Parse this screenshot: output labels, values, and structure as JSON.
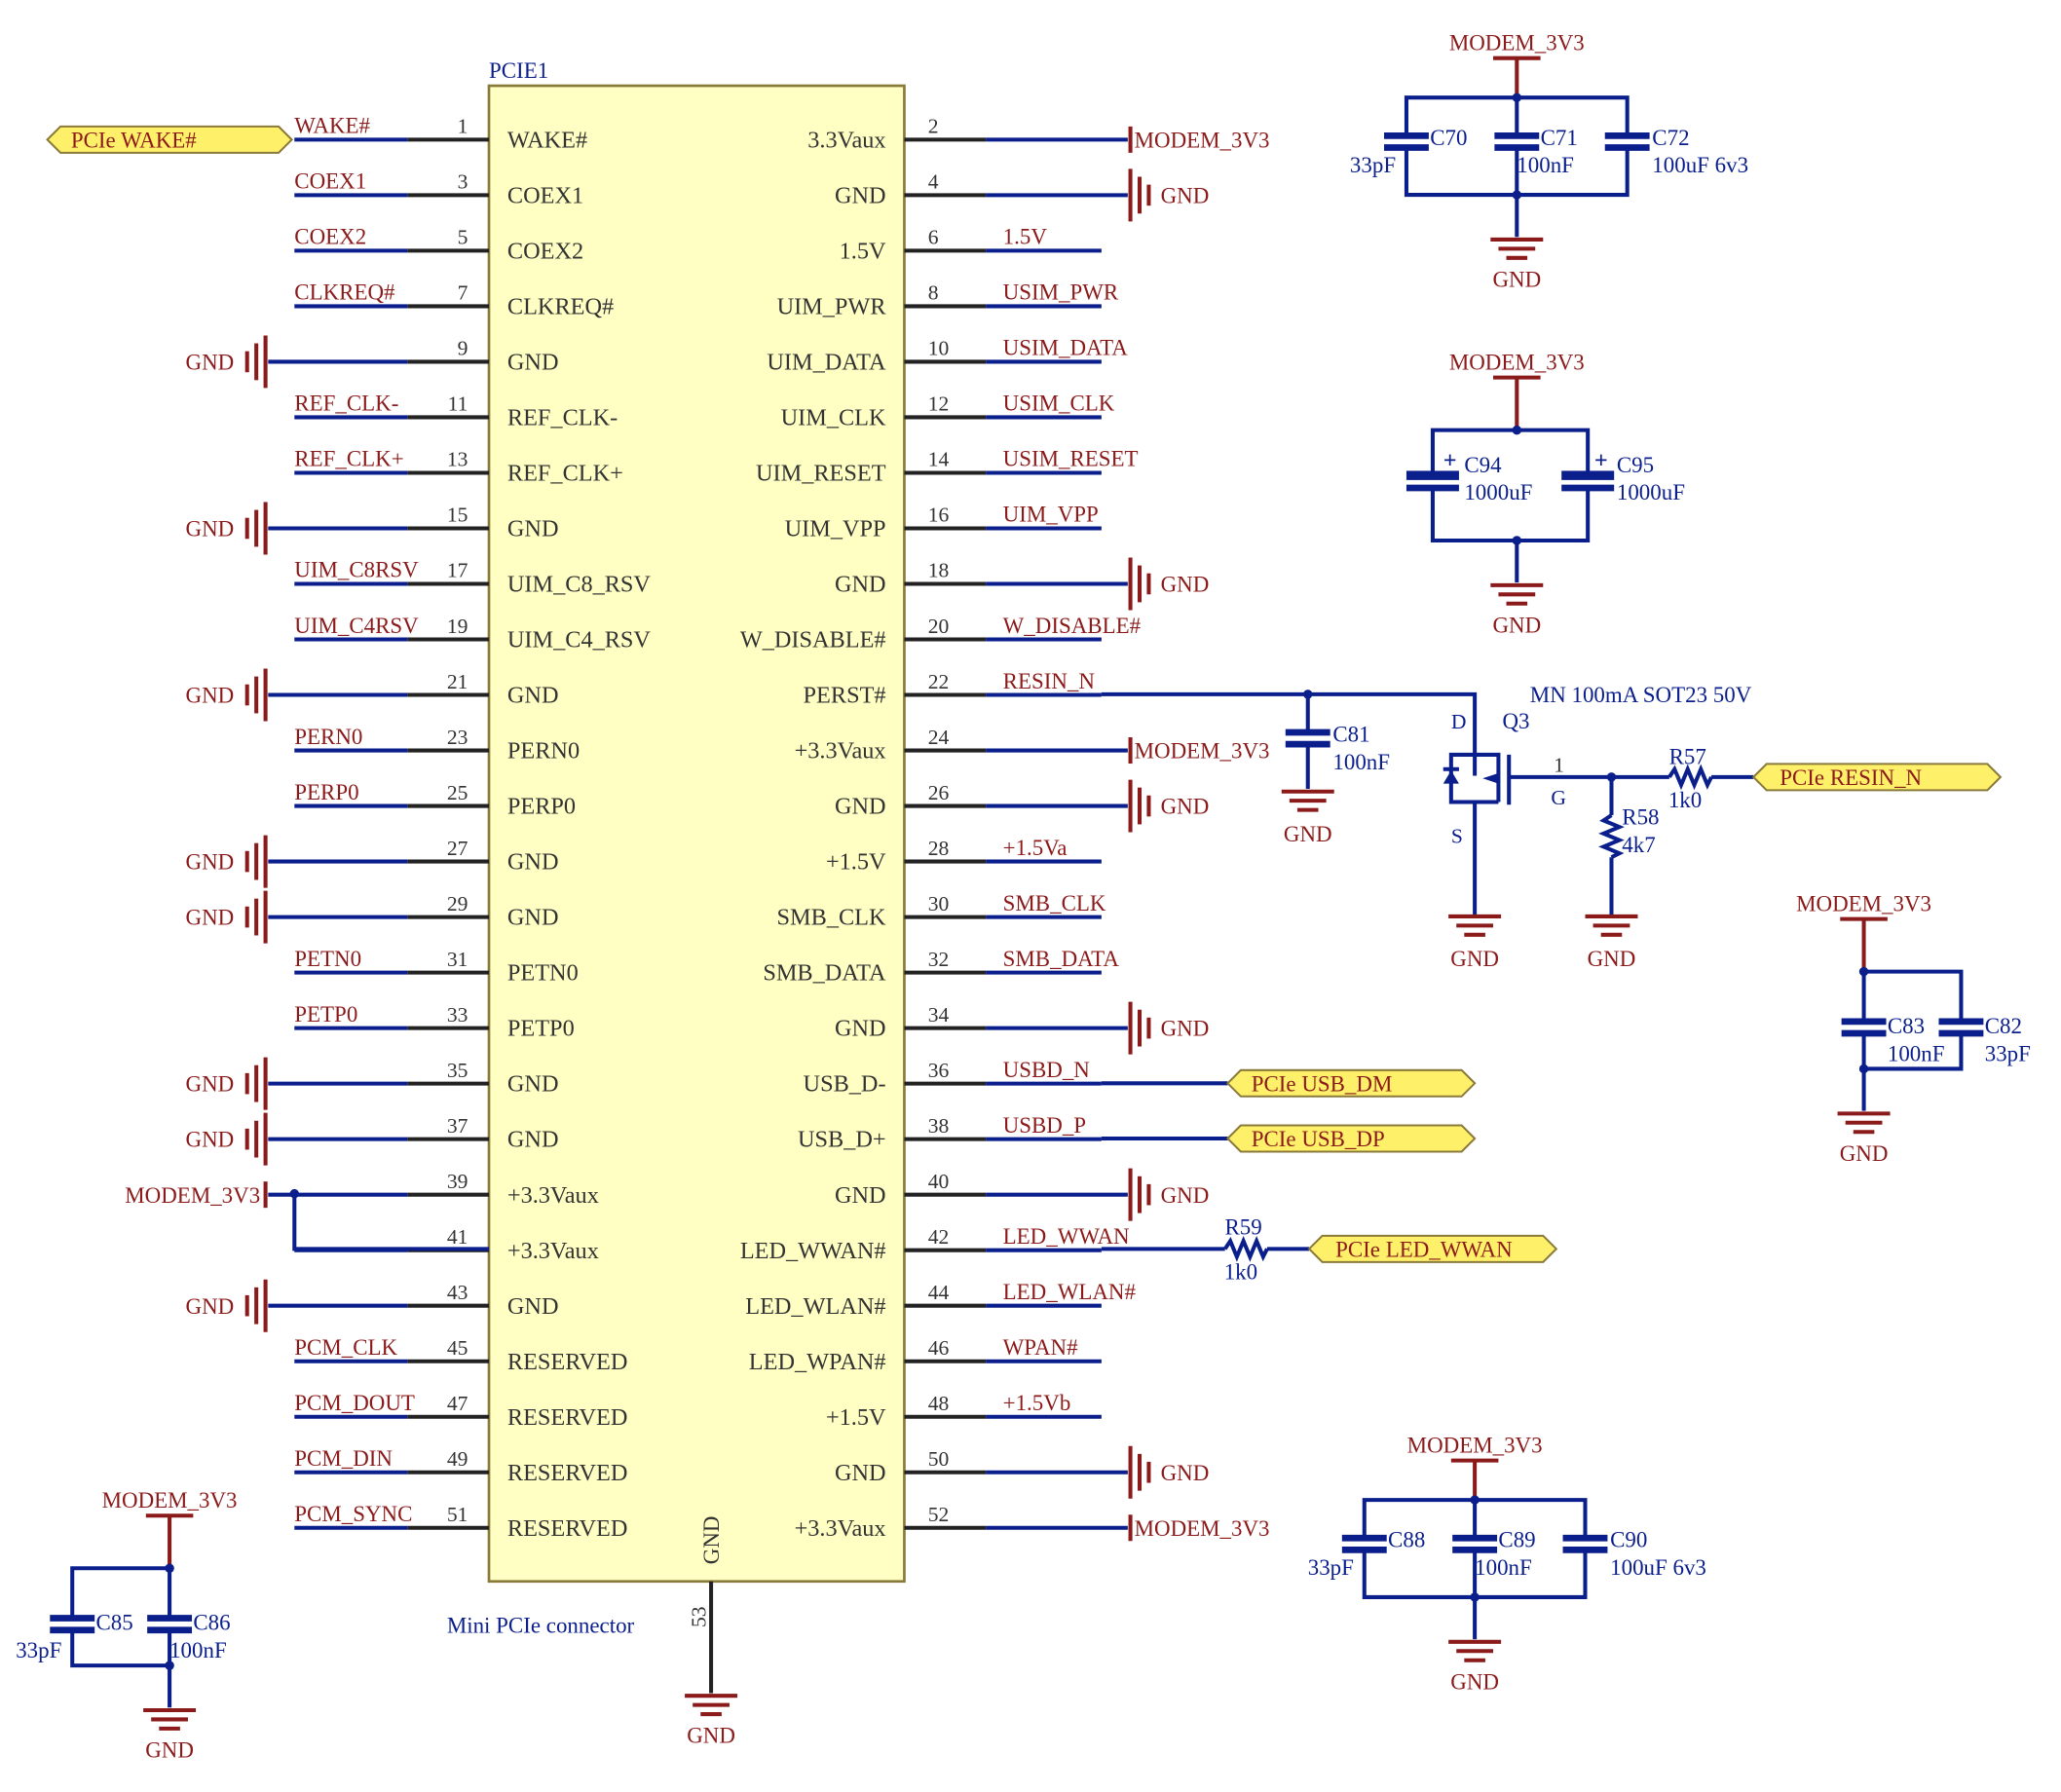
{
  "colors": {
    "wire": "#0a1e8c",
    "net_label": "#8b1a1a",
    "pin": "#222222",
    "body_fill": "#ffffc4",
    "port_fill": "#fff06a"
  },
  "component": {
    "designator": "PCIE1",
    "description": "Mini PCIe connector",
    "gnd_pin_name": "GND",
    "gnd_pin_number": "53",
    "gnd_net": "GND"
  },
  "left_pins": [
    {
      "num": "1",
      "name": "WAKE#",
      "net": "WAKE#",
      "kind": "net"
    },
    {
      "num": "3",
      "name": "COEX1",
      "net": "COEX1",
      "kind": "net"
    },
    {
      "num": "5",
      "name": "COEX2",
      "net": "COEX2",
      "kind": "net"
    },
    {
      "num": "7",
      "name": "CLKREQ#",
      "net": "CLKREQ#",
      "kind": "net"
    },
    {
      "num": "9",
      "name": "GND",
      "net": "GND",
      "kind": "gnd"
    },
    {
      "num": "11",
      "name": "REF_CLK-",
      "net": "REF_CLK-",
      "kind": "net"
    },
    {
      "num": "13",
      "name": "REF_CLK+",
      "net": "REF_CLK+",
      "kind": "net"
    },
    {
      "num": "15",
      "name": "GND",
      "net": "GND",
      "kind": "gnd"
    },
    {
      "num": "17",
      "name": "UIM_C8_RSV",
      "net": "UIM_C8RSV",
      "kind": "net"
    },
    {
      "num": "19",
      "name": "UIM_C4_RSV",
      "net": "UIM_C4RSV",
      "kind": "net"
    },
    {
      "num": "21",
      "name": "GND",
      "net": "GND",
      "kind": "gnd"
    },
    {
      "num": "23",
      "name": "PERN0",
      "net": "PERN0",
      "kind": "net"
    },
    {
      "num": "25",
      "name": "PERP0",
      "net": "PERP0",
      "kind": "net"
    },
    {
      "num": "27",
      "name": "GND",
      "net": "GND",
      "kind": "gnd"
    },
    {
      "num": "29",
      "name": "GND",
      "net": "GND",
      "kind": "gnd"
    },
    {
      "num": "31",
      "name": "PETN0",
      "net": "PETN0",
      "kind": "net"
    },
    {
      "num": "33",
      "name": "PETP0",
      "net": "PETP0",
      "kind": "net"
    },
    {
      "num": "35",
      "name": "GND",
      "net": "GND",
      "kind": "gnd"
    },
    {
      "num": "37",
      "name": "GND",
      "net": "GND",
      "kind": "gnd"
    },
    {
      "num": "39",
      "name": "+3.3Vaux",
      "net": "MODEM_3V3",
      "kind": "pwr"
    },
    {
      "num": "41",
      "name": "+3.3Vaux",
      "net": "",
      "kind": "tied"
    },
    {
      "num": "43",
      "name": "GND",
      "net": "GND",
      "kind": "gnd"
    },
    {
      "num": "45",
      "name": "RESERVED",
      "net": "PCM_CLK",
      "kind": "net"
    },
    {
      "num": "47",
      "name": "RESERVED",
      "net": "PCM_DOUT",
      "kind": "net"
    },
    {
      "num": "49",
      "name": "RESERVED",
      "net": "PCM_DIN",
      "kind": "net"
    },
    {
      "num": "51",
      "name": "RESERVED",
      "net": "PCM_SYNC",
      "kind": "net"
    }
  ],
  "right_pins": [
    {
      "num": "2",
      "name": "3.3Vaux",
      "net": "MODEM_3V3",
      "kind": "pwr"
    },
    {
      "num": "4",
      "name": "GND",
      "net": "GND",
      "kind": "gnd"
    },
    {
      "num": "6",
      "name": "1.5V",
      "net": "1.5V",
      "kind": "net"
    },
    {
      "num": "8",
      "name": "UIM_PWR",
      "net": "USIM_PWR",
      "kind": "net"
    },
    {
      "num": "10",
      "name": "UIM_DATA",
      "net": "USIM_DATA",
      "kind": "net"
    },
    {
      "num": "12",
      "name": "UIM_CLK",
      "net": "USIM_CLK",
      "kind": "net"
    },
    {
      "num": "14",
      "name": "UIM_RESET",
      "net": "USIM_RESET",
      "kind": "net"
    },
    {
      "num": "16",
      "name": "UIM_VPP",
      "net": "UIM_VPP",
      "kind": "net"
    },
    {
      "num": "18",
      "name": "GND",
      "net": "GND",
      "kind": "gnd"
    },
    {
      "num": "20",
      "name": "W_DISABLE#",
      "net": "W_DISABLE#",
      "kind": "net"
    },
    {
      "num": "22",
      "name": "PERST#",
      "net": "RESIN_N",
      "kind": "long"
    },
    {
      "num": "24",
      "name": "+3.3Vaux",
      "net": "MODEM_3V3",
      "kind": "pwr"
    },
    {
      "num": "26",
      "name": "GND",
      "net": "GND",
      "kind": "gnd"
    },
    {
      "num": "28",
      "name": "+1.5V",
      "net": "+1.5Va",
      "kind": "net"
    },
    {
      "num": "30",
      "name": "SMB_CLK",
      "net": "SMB_CLK",
      "kind": "net"
    },
    {
      "num": "32",
      "name": "SMB_DATA",
      "net": "SMB_DATA",
      "kind": "net"
    },
    {
      "num": "34",
      "name": "GND",
      "net": "GND",
      "kind": "gnd"
    },
    {
      "num": "36",
      "name": "USB_D-",
      "net": "USBD_N",
      "kind": "port"
    },
    {
      "num": "38",
      "name": "USB_D+",
      "net": "USBD_P",
      "kind": "port"
    },
    {
      "num": "40",
      "name": "GND",
      "net": "GND",
      "kind": "gnd"
    },
    {
      "num": "42",
      "name": "LED_WWAN#",
      "net": "LED_WWAN",
      "kind": "resistor"
    },
    {
      "num": "44",
      "name": "LED_WLAN#",
      "net": "LED_WLAN#",
      "kind": "net"
    },
    {
      "num": "46",
      "name": "LED_WPAN#",
      "net": "WPAN#",
      "kind": "net"
    },
    {
      "num": "48",
      "name": "+1.5V",
      "net": "+1.5Vb",
      "kind": "net"
    },
    {
      "num": "50",
      "name": "GND",
      "net": "GND",
      "kind": "gnd"
    },
    {
      "num": "52",
      "name": "+3.3Vaux",
      "net": "MODEM_3V3",
      "kind": "pwr"
    }
  ],
  "ports": {
    "wake": "PCIe WAKE#",
    "usb_dm": "PCIe USB_DM",
    "usb_dp": "PCIe USB_DP",
    "led_wwan": "PCIe LED_WWAN",
    "resin": "PCIe RESIN_N"
  },
  "resistors": {
    "r59": {
      "ref": "R59",
      "value": "1k0"
    },
    "r57": {
      "ref": "R57",
      "value": "1k0"
    },
    "r58": {
      "ref": "R58",
      "value": "4k7"
    }
  },
  "mosfet": {
    "ref": "Q3",
    "value": "MN 100mA SOT23 50V",
    "pin_d": "D",
    "pin_s": "S",
    "pin_g": "G",
    "pin_1": "1"
  },
  "capacitors": {
    "c81": {
      "ref": "C81",
      "value": "100nF"
    },
    "group_top": [
      {
        "ref": "C70",
        "value": "33pF"
      },
      {
        "ref": "C71",
        "value": "100nF"
      },
      {
        "ref": "C72",
        "value": "100uF 6v3"
      }
    ],
    "group_bulk": [
      {
        "ref": "C94",
        "value": "1000uF"
      },
      {
        "ref": "C95",
        "value": "1000uF"
      }
    ],
    "group_right": [
      {
        "ref": "C83",
        "value": "100nF"
      },
      {
        "ref": "C82",
        "value": "33pF"
      }
    ],
    "group_bottom": [
      {
        "ref": "C88",
        "value": "33pF"
      },
      {
        "ref": "C89",
        "value": "100nF"
      },
      {
        "ref": "C90",
        "value": "100uF 6v3"
      }
    ],
    "group_left": [
      {
        "ref": "C85",
        "value": "33pF"
      },
      {
        "ref": "C86",
        "value": "100nF"
      }
    ]
  },
  "power_net": "MODEM_3V3",
  "gnd_net": "GND",
  "polarity_mark": "+"
}
